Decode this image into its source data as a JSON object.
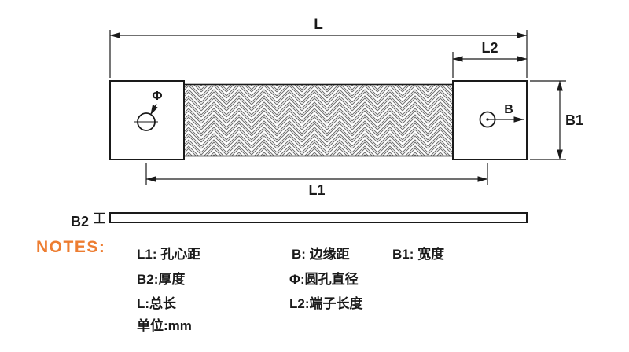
{
  "title": "Braided connector dimension diagram",
  "colors": {
    "line": "#1a1a1a",
    "hatch": "#6f6f6f",
    "accent_orange": "#ED7D31",
    "background": "#ffffff"
  },
  "dimensions": {
    "total_length_label": "L",
    "terminal_length_label": "L2",
    "width_label": "B1",
    "hole_center_distance_label": "L1",
    "thickness_label": "B2",
    "hole_diameter_label": "Φ",
    "edge_distance_label": "B"
  },
  "notes": {
    "title": "NOTES:",
    "items": [
      "L1: 孔心距",
      "B: 边缘距",
      "B1: 宽度",
      "B2:厚度",
      "Φ:圆孔直径",
      "L:总长",
      "L2:端子长度",
      "单位:mm"
    ]
  }
}
